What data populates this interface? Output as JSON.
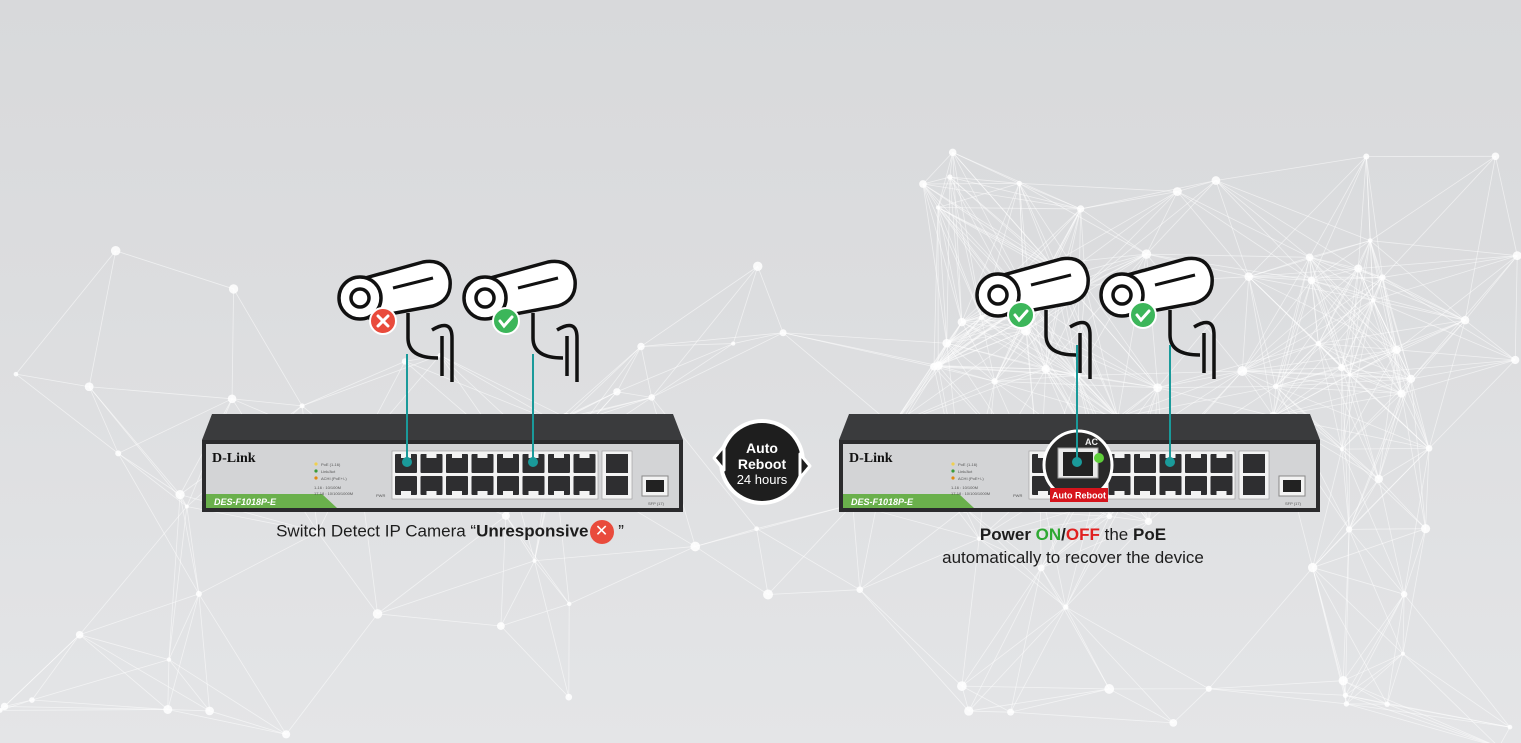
{
  "brand": "D-Link",
  "model": "DES-F1018P-E",
  "leds": [
    "PoE (1-16)",
    "Link/Act",
    "ACHI (PoE+/-)"
  ],
  "speed_notes": [
    "1-16 : 10/100M",
    "17-18 : 10/100/1000M"
  ],
  "pwr_label": "PWR",
  "sfp_label": "SFP (17)",
  "ac_label": "AC",
  "auto_reboot_tag": "Auto Reboot",
  "center_badge": {
    "line1": "Auto",
    "line2": "Reboot",
    "line3": "24 hours"
  },
  "left_caption": {
    "prefix": "Switch Detect IP Camera “",
    "bold": "Unresponsive",
    "icon": "x-circle-icon",
    "suffix": " ”"
  },
  "right_caption": {
    "w1": "Power ",
    "on": "ON",
    "slash": "/",
    "off": "OFF",
    "w2": " the ",
    "poe": "PoE",
    "line2": "automatically to recover the device"
  },
  "colors": {
    "ok": "#3cb65a",
    "fail": "#e94b3c",
    "link": "#1a9a9a",
    "green_tag": "#6ab04c",
    "red_tag": "#d6141c"
  },
  "cameras": [
    {
      "side": "left",
      "status": "fail"
    },
    {
      "side": "left",
      "status": "ok"
    },
    {
      "side": "right",
      "status": "ok"
    },
    {
      "side": "right",
      "status": "ok"
    }
  ]
}
